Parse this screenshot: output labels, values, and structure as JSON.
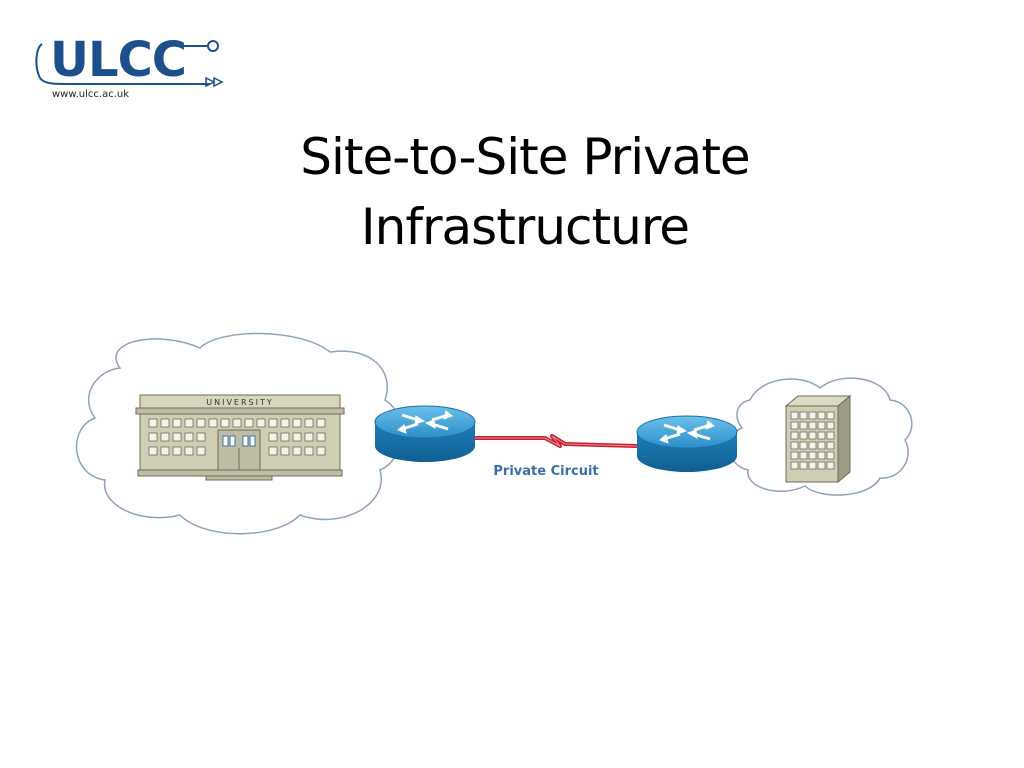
{
  "logo": {
    "text": "ULCC",
    "url": "www.ulcc.ac.uk"
  },
  "title": {
    "line1": "Site-to-Site Private",
    "line2": "Infrastructure"
  },
  "diagram": {
    "building_sign": "UNIVERSITY",
    "link_label": "Private Circuit"
  },
  "colors": {
    "logo_blue": "#1d4f8c",
    "router_blue": "#1e86c0",
    "circuit_red": "#c8202e",
    "building_tan": "#cfcdb4",
    "cloud_outline": "#7a8fa6"
  },
  "icons": [
    "university-building-icon",
    "router-icon",
    "office-building-icon",
    "cloud-icon"
  ]
}
